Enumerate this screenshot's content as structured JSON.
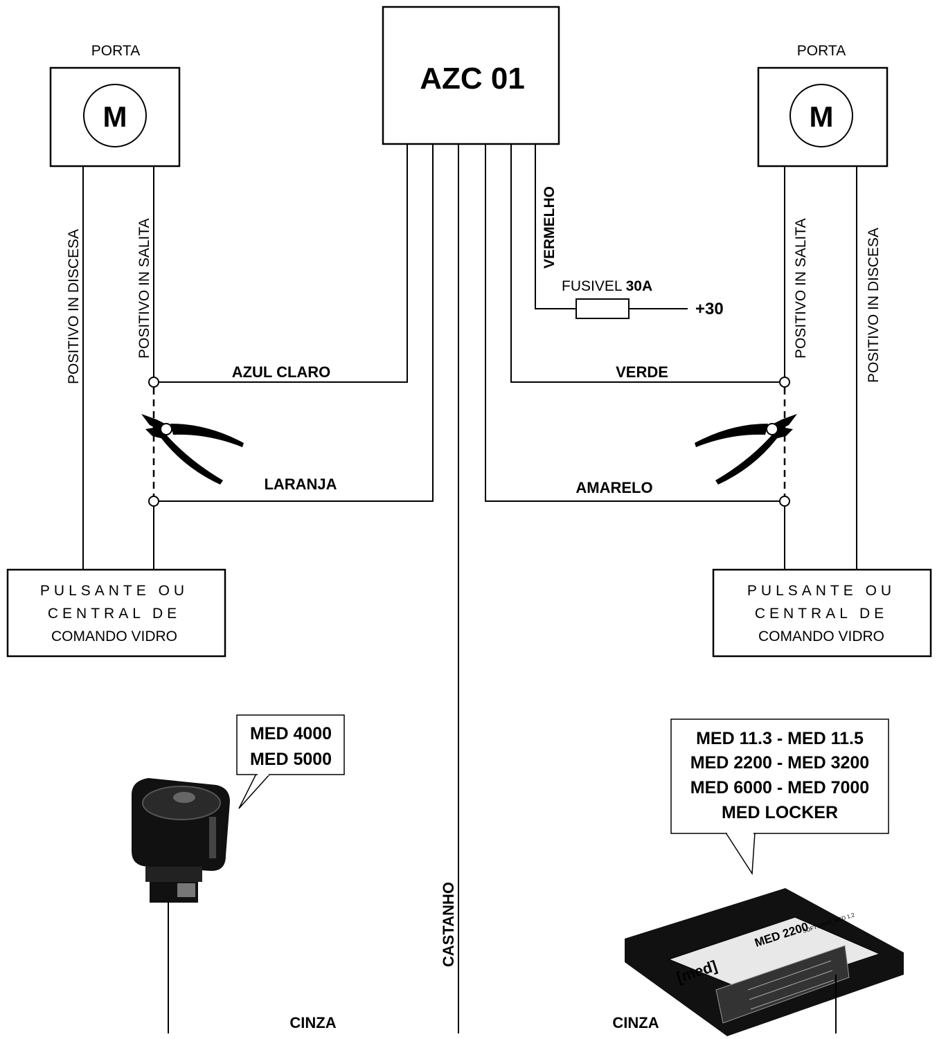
{
  "controller": {
    "name": "AZC 01"
  },
  "doors": {
    "left": {
      "label": "PORTA",
      "motor": "M",
      "wire_down": "POSITIVO IN DISCESA",
      "wire_up": "POSITIVO IN SALITA"
    },
    "right": {
      "label": "PORTA",
      "motor": "M",
      "wire_down": "POSITIVO IN DISCESA",
      "wire_up": "POSITIVO IN SALITA"
    }
  },
  "wires": {
    "azul_claro": "AZUL CLARO",
    "laranja": "LARANJA",
    "verde": "VERDE",
    "amarelo": "AMARELO",
    "vermelho": "VERMELHO",
    "castanho": "CASTANHO",
    "cinza_left": "CINZA",
    "cinza_right": "CINZA"
  },
  "fuse": {
    "label": "FUSIVEL",
    "rating": "30A",
    "supply": "+30"
  },
  "switches": {
    "left": {
      "line1": "PULSANTE OU",
      "line2": "CENTRAL DE",
      "line3": "COMANDO VIDRO"
    },
    "right": {
      "line1": "PULSANTE OU",
      "line2": "CENTRAL DE",
      "line3": "COMANDO VIDRO"
    }
  },
  "callouts": {
    "left": [
      "MED 4000",
      "MED 5000"
    ],
    "right": [
      "MED 11.3 - MED 11.5",
      "MED 2200 - MED 3200",
      "MED 6000 - MED 7000",
      "MED LOCKER"
    ]
  },
  "device_label": {
    "brand": "[med]",
    "model": "MED 2200",
    "software": "SOFTWARE MED 1.2"
  }
}
